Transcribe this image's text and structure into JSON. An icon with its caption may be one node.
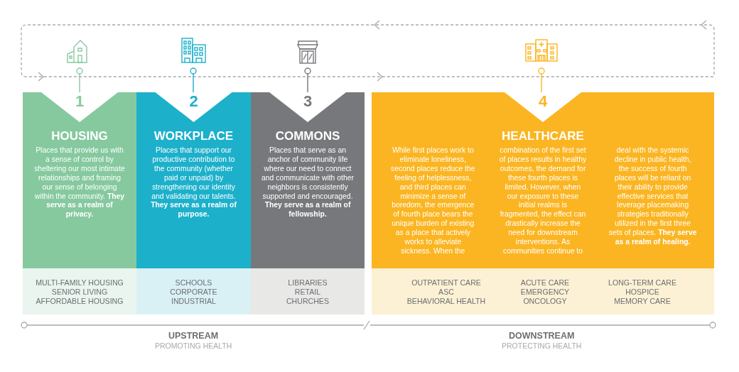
{
  "diagram": {
    "nodes": [
      {
        "text": [
          "1",
          "HOUSING",
          "Places that provide us with a sense of control by sheltering our most intimate relationships and framing our sense of belonging within the community. **They serve as a realm of privacy.**"
        ]
      },
      {
        "text": [
          "2",
          "WORKPLACE",
          "Places that support our productive contribution to the community (whether paid or unpaid) by strengthening our identity and validating our talents. **They serve as a realm of purpose.**"
        ]
      },
      {
        "text": [
          "3",
          "COMMONS",
          "Places that serve as an anchor of community life where our need to connect and communicate with other neighbors is consistently supported and encouraged. **They serve as a realm of fellowship.**"
        ]
      },
      {
        "text": [
          "4",
          "HEALTHCARE",
          "While first places work to eliminate loneliness, second places reduce the feeling of helplessness, and third places can minimize a sense of boredom, the emergence of fourth place bears the unique burden of existing as a place that actively works to alleviate sickness. When the combination of the first set of places results in healthy outcomes, the demand for these fourth places is limited. However, when our exposure to these initial realms is fragmented, the effect can drastically increase the need for downstream interventions. As communities continue to deal with the systemic decline in public health, the success of fourth places will be reliant on their ability to provide effective services that leverage placemaking strategies traditionally utilized in the first three sets of places. **They serve as a realm of healing.**"
        ]
      },
      {
        "text": [
          "MULTI-FAMILY HOUSING",
          "SENIOR LIVING",
          "AFFORDABLE HOUSING"
        ]
      },
      {
        "text": [
          "SCHOOLS",
          "CORPORATE",
          "INDUSTRIAL"
        ]
      },
      {
        "text": [
          "LIBRARIES",
          "RETAIL",
          "CHURCHES"
        ]
      },
      {
        "text": [],
        "shape": "box"
      },
      {
        "text": [
          "OUTPATIENT CARE",
          "ASC",
          "BEHAVIORAL HEALTH"
        ],
        "in": 7
      },
      {
        "text": [
          "ACUTE CARE",
          "EMERGENCY",
          "ONCOLOGY"
        ],
        "in": 7
      },
      {
        "text": [
          "LONG-TERM CARE",
          "HOSPICE",
          "MEMORY CARE"
        ],
        "in": 7
      }
    ],
    "labels": [
      "UPSTREAM",
      "PROMOTING HEALTH",
      "DOWNSTREAM",
      "PROTECTING HEALTH"
    ]
  }
}
